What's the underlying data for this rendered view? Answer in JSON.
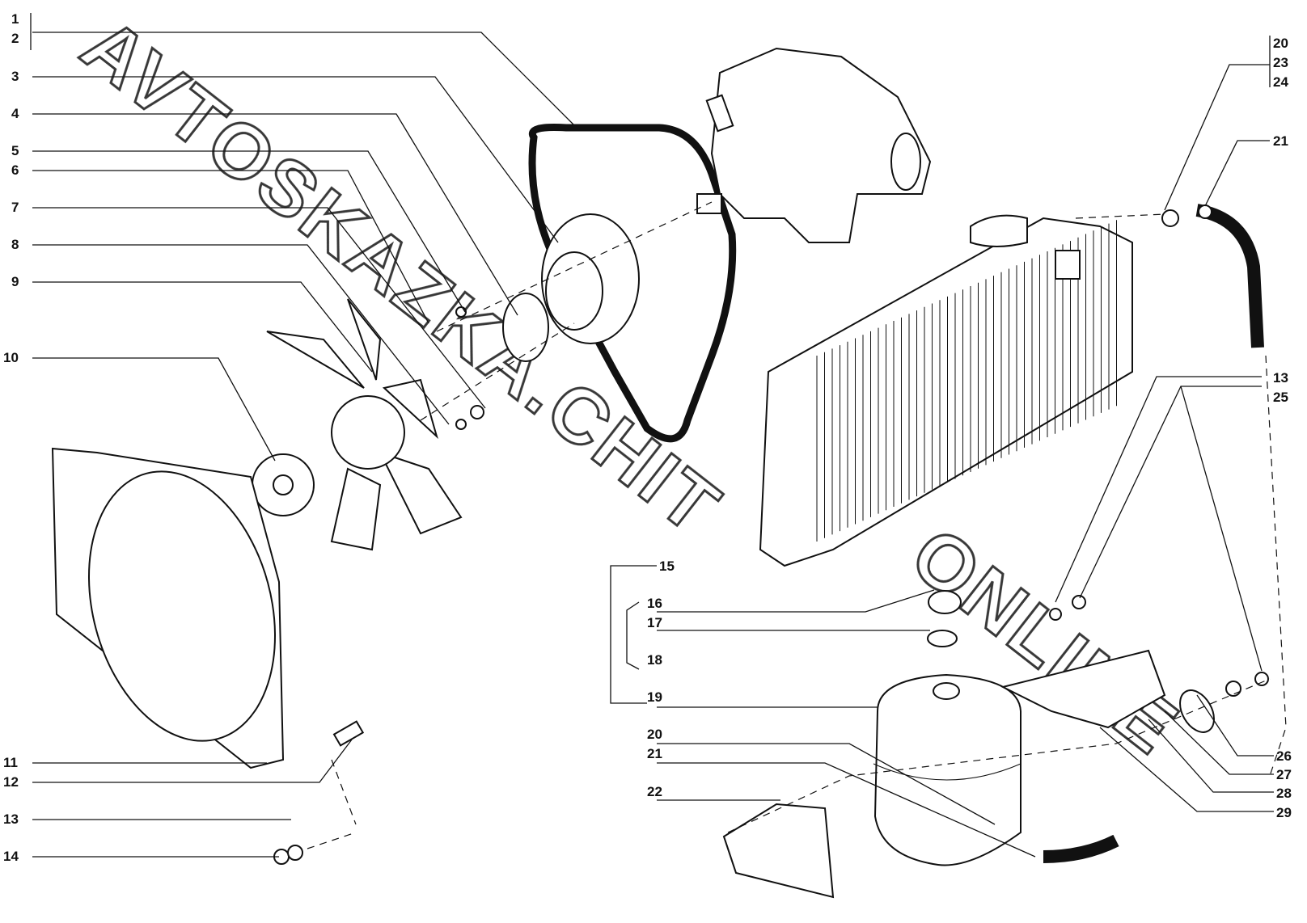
{
  "watermark": {
    "line1": "AVTOSKAZKA.CHIT",
    "line2": "ONLINE"
  },
  "labels_left": [
    "1",
    "2",
    "3",
    "4",
    "5",
    "6",
    "7",
    "8",
    "9",
    "10",
    "11",
    "12",
    "13",
    "14"
  ],
  "labels_right_top": [
    "20",
    "23",
    "24",
    "21",
    "13",
    "25"
  ],
  "labels_middle": [
    "15",
    "16",
    "17",
    "18",
    "19",
    "20",
    "21",
    "22"
  ],
  "labels_right_bottom": [
    "26",
    "27",
    "28",
    "29"
  ]
}
